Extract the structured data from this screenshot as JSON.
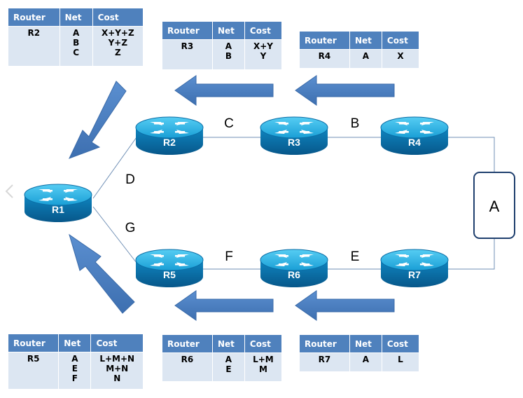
{
  "routers": [
    "R1",
    "R2",
    "R3",
    "R4",
    "R5",
    "R6",
    "R7"
  ],
  "networks": {
    "A": "A",
    "B": "B",
    "C": "C",
    "D": "D",
    "E": "E",
    "F": "F",
    "G": "G"
  },
  "tables": {
    "r2": {
      "headers": [
        "Router",
        "Net",
        "Cost"
      ],
      "router": "R2",
      "nets": [
        "A",
        "B",
        "C"
      ],
      "costs": [
        "X+Y+Z",
        "Y+Z",
        "Z"
      ]
    },
    "r3": {
      "headers": [
        "Router",
        "Net",
        "Cost"
      ],
      "router": "R3",
      "nets": [
        "A",
        "B"
      ],
      "costs": [
        "X+Y",
        "Y"
      ]
    },
    "r4": {
      "headers": [
        "Router",
        "Net",
        "Cost"
      ],
      "router": "R4",
      "nets": [
        "A"
      ],
      "costs": [
        "X"
      ]
    },
    "r5": {
      "headers": [
        "Router",
        "Net",
        "Cost"
      ],
      "router": "R5",
      "nets": [
        "A",
        "E",
        "F"
      ],
      "costs": [
        "L+M+N",
        "M+N",
        "N"
      ]
    },
    "r6": {
      "headers": [
        "Router",
        "Net",
        "Cost"
      ],
      "router": "R6",
      "nets": [
        "A",
        "E"
      ],
      "costs": [
        "L+M",
        "M"
      ]
    },
    "r7": {
      "headers": [
        "Router",
        "Net",
        "Cost"
      ],
      "router": "R7",
      "nets": [
        "A"
      ],
      "costs": [
        "L"
      ]
    }
  },
  "colors": {
    "router_top": "#2fb7e6",
    "router_side": "#0a6fa8",
    "arrow": "#4f81bd",
    "header": "#4f81bd",
    "cell": "#dce6f2"
  },
  "icons": {
    "router": "router-icon",
    "arrow": "update-arrow",
    "nav": "chevron-left-icon"
  }
}
